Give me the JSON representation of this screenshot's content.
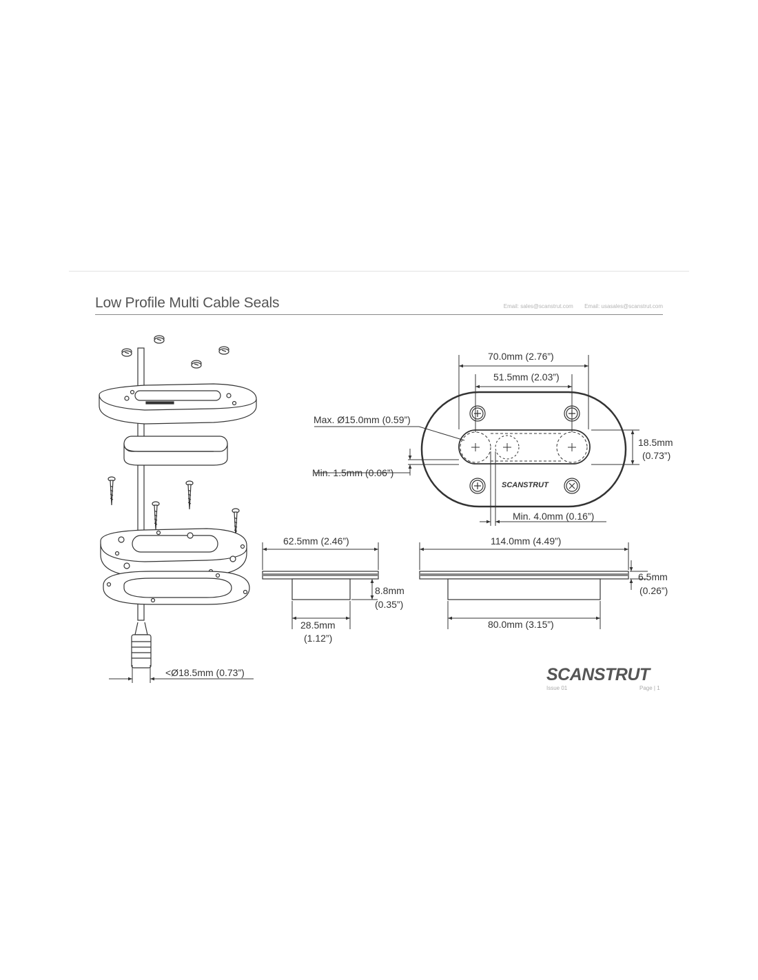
{
  "header": {
    "title": "Low Profile Multi Cable Seals",
    "email_uk": "Email: sales@scanstrut.com",
    "email_us": "Email: usasales@scanstrut.com"
  },
  "top_view": {
    "overall_width": "70.0mm (2.76”)",
    "hole_spacing": "51.5mm (2.03”)",
    "max_cable": "Max. Ø15.0mm (0.59”)",
    "slot_height_mm": "18.5mm",
    "slot_height_in": "(0.73”)",
    "min_gap": "Min. 1.5mm (0.06”)",
    "min_spacing": "Min. 4.0mm (0.16”)",
    "plate_brand": "SCANSTRUT"
  },
  "end_view": {
    "width": "62.5mm (2.46”)",
    "depth_mm": "8.8mm",
    "depth_in": "(0.35”)",
    "base_mm": "28.5mm",
    "base_in": "(1.12”)"
  },
  "side_view": {
    "length": "114.0mm (4.49”)",
    "thickness_mm": "6.5mm",
    "thickness_in": "(0.26”)",
    "base_length": "80.0mm (3.15”)"
  },
  "exploded": {
    "cable_diameter": "<Ø18.5mm (0.73”)"
  },
  "footer": {
    "logo": "SCANSTRUT",
    "issue": "Issue 01",
    "page": "Page | 1"
  }
}
